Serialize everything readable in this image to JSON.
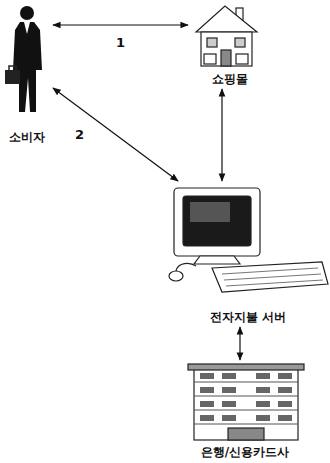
{
  "diagram": {
    "nodes": [
      {
        "text": [
          "소비자"
        ]
      },
      {
        "text": [
          "쇼핑몰"
        ]
      },
      {
        "text": [
          "전자지불 서버"
        ]
      },
      {
        "text": [
          "은행/신용카드사"
        ]
      }
    ],
    "edges": [
      {
        "from": 0,
        "to": 1,
        "arrow": "both",
        "label": "1"
      },
      {
        "from": 0,
        "to": 2,
        "arrow": "both",
        "label": "2"
      },
      {
        "from": 1,
        "to": 2,
        "arrow": "both"
      },
      {
        "from": 2,
        "to": 3,
        "arrow": "both"
      }
    ]
  }
}
